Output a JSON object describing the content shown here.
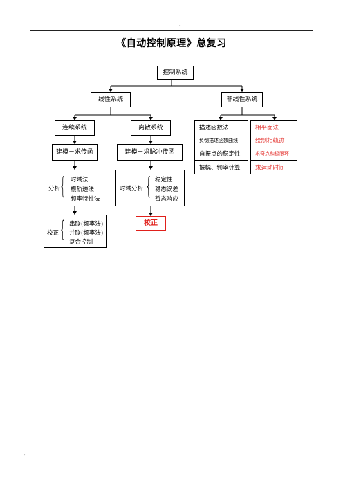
{
  "top_dot": "-",
  "bottom_dot": "-",
  "title": "《自动控制原理》总复习",
  "root": "控制系统",
  "linear": "线性系统",
  "nonlinear": "非线性系统",
  "continuous": "连续系统",
  "discrete": "离散系统",
  "model_continuous": "建模－求传函",
  "model_discrete": "建模－求脉冲传函",
  "analysis": {
    "label": "分析",
    "items": [
      "时域法",
      "根轨迹法",
      "频率特性法"
    ]
  },
  "time_analysis": {
    "label": "时域分析",
    "items": [
      "稳定性",
      "稳态误差",
      "暂态响应"
    ]
  },
  "correction_group": {
    "label": "校正",
    "items": [
      "串联(频率法)",
      "并联(频率法)",
      "复合控制"
    ]
  },
  "correction_red": "校正",
  "describing_function": {
    "rows": [
      "描述函数法",
      "负倒描述函数曲线",
      "自振点的稳定性",
      "振幅、频率计算"
    ]
  },
  "phase_plane": {
    "rows": [
      "相平面法",
      "绘制相轨迹",
      "求奇点和极限环",
      "求运动时间"
    ]
  },
  "colors": {
    "line": "#000000",
    "accent_red": "#e0201b"
  }
}
